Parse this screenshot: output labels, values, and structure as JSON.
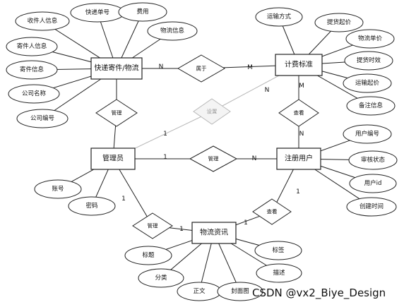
{
  "entities": {
    "express": "快递寄件/物流",
    "fee_standard": "计费标准",
    "admin": "管理员",
    "user": "注册用户",
    "news": "物流资讯"
  },
  "attributes": {
    "express": [
      "收件人信息",
      "快递单号",
      "费用",
      "物流信息",
      "寄件人信息",
      "寄件信息",
      "公司名称",
      "公司编号"
    ],
    "fee_standard": [
      "运输方式",
      "提货起价",
      "物流单价",
      "提货时效",
      "运输起价",
      "备注信息"
    ],
    "admin": [
      "账号",
      "密码"
    ],
    "user": [
      "用户编号",
      "审核状态",
      "用户id",
      "创建时间"
    ],
    "news": [
      "标题",
      "标签",
      "分类",
      "描述",
      "正文",
      "封面图"
    ]
  },
  "relationships": {
    "belongs": "属于",
    "manage_express": "管理",
    "set_fee": "设置",
    "manage_user": "管理",
    "view_fee": "查看",
    "manage_news": "管理",
    "view_news": "查看"
  },
  "cardinalities": {
    "express_belongs": "N",
    "fee_belongs": "M",
    "admin_set": "1",
    "fee_set": "N",
    "admin_manage_user": "1",
    "user_manage": "N",
    "fee_view": "M",
    "user_view_fee": "N",
    "admin_manage_news": "1",
    "news_manage": "1",
    "news_view": "1",
    "user_view_news": "1"
  },
  "watermark": "CSDN @vx2_Biye_Design",
  "colors": {
    "line": "#222222",
    "fill": "#ffffff",
    "faded": "#b8b8b8",
    "watermark": "#d8d8d8"
  }
}
